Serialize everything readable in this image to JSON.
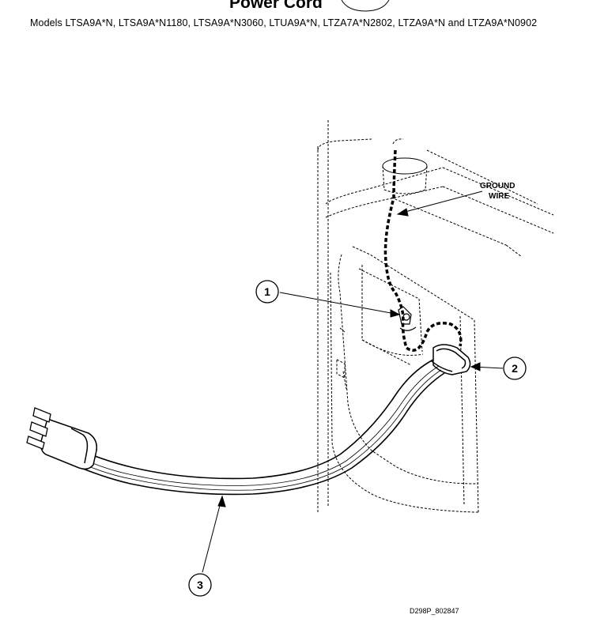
{
  "title": "Power Cord",
  "models": "Models LTSA9A*N, LTSA9A*N1180, LTSA9A*N3060, LTUA9A*N, LTZA7A*N2802, LTZA9A*N and LTZA9A*N0902",
  "ground_label": {
    "line1": "GROUND",
    "line2": "WIRE"
  },
  "callouts": [
    {
      "number": "1"
    },
    {
      "number": "2"
    },
    {
      "number": "3"
    }
  ],
  "figure_ref": "D298P_802847"
}
